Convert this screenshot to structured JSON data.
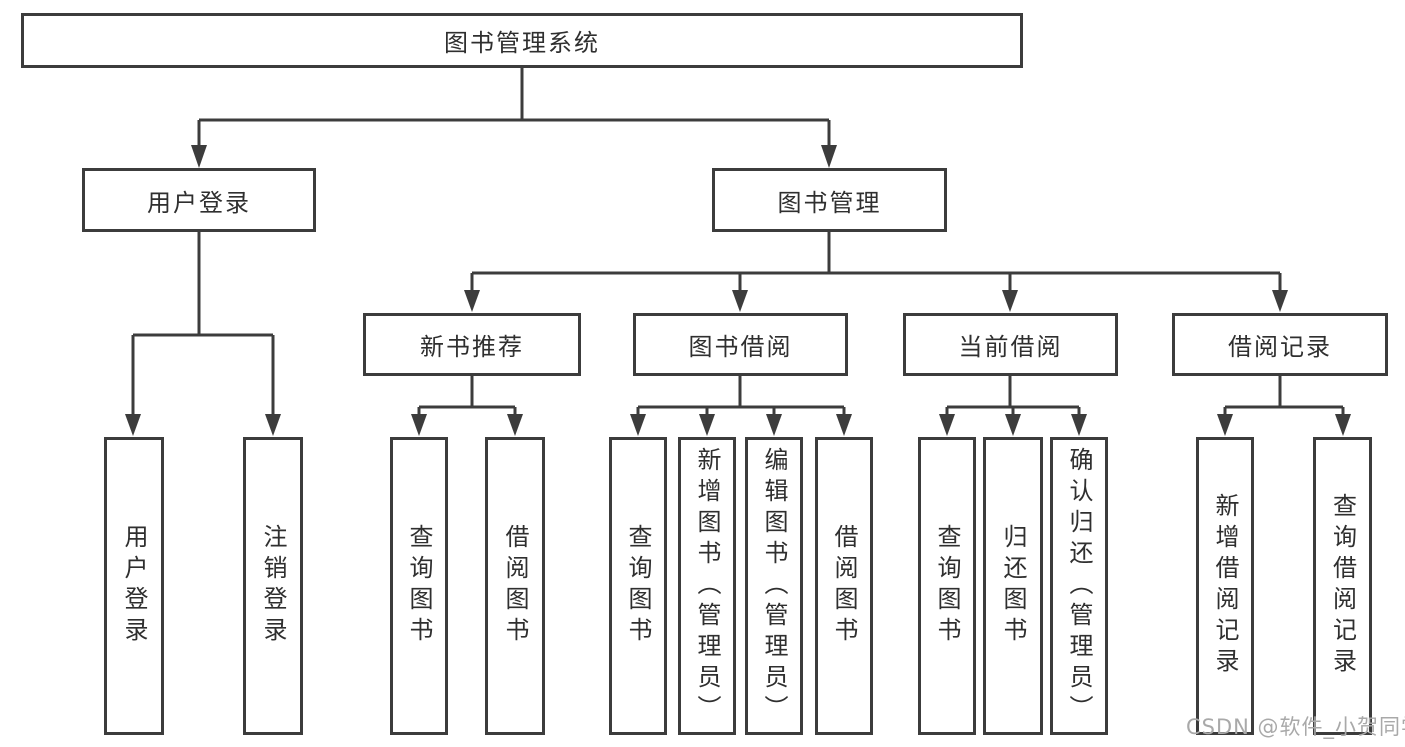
{
  "diagram": {
    "root": {
      "label": "图书管理系统"
    },
    "user_login": {
      "label": "用户登录",
      "children": [
        {
          "label": "用户登录"
        },
        {
          "label": "注销登录"
        }
      ]
    },
    "book_mgmt": {
      "label": "图书管理",
      "children": [
        {
          "label": "新书推荐",
          "children": [
            {
              "label": "查询图书"
            },
            {
              "label": "借阅图书"
            }
          ]
        },
        {
          "label": "图书借阅",
          "children": [
            {
              "label": "查询图书"
            },
            {
              "label": "新增图书（管理员）"
            },
            {
              "label": "编辑图书（管理员）"
            },
            {
              "label": "借阅图书"
            }
          ]
        },
        {
          "label": "当前借阅",
          "children": [
            {
              "label": "查询图书"
            },
            {
              "label": "归还图书"
            },
            {
              "label": "确认归还（管理员）"
            }
          ]
        },
        {
          "label": "借阅记录",
          "children": [
            {
              "label": "新增借阅记录"
            },
            {
              "label": "查询借阅记录"
            }
          ]
        }
      ]
    },
    "watermark": "CSDN @软件_小贺同学",
    "colors": {
      "line": "#3c3c3c",
      "text": "#2f2f2f",
      "watermark": "#a9a9a9",
      "background": "#ffffff"
    }
  }
}
